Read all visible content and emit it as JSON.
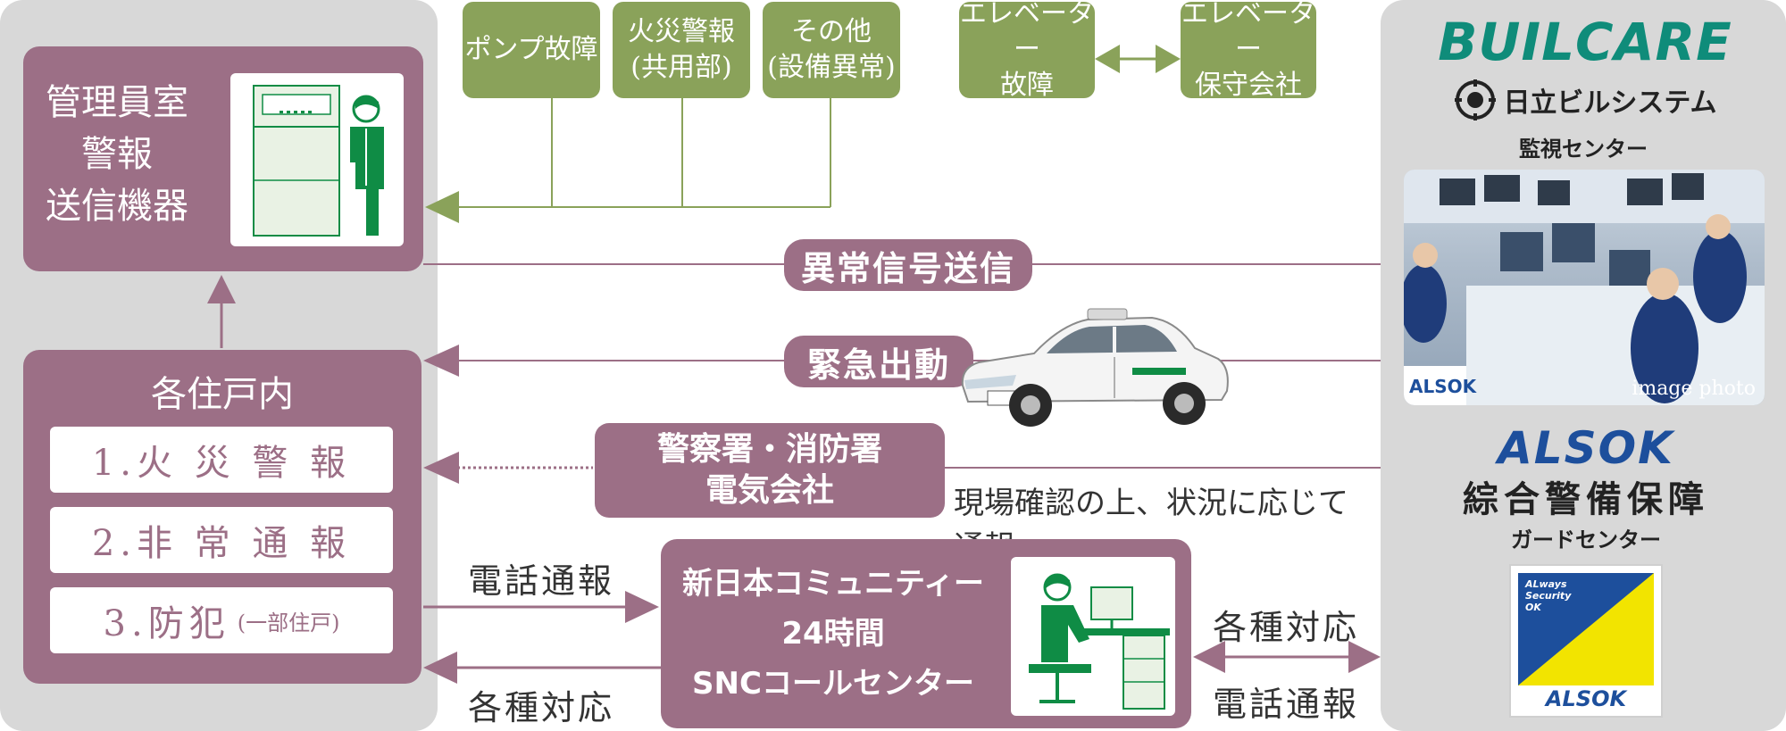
{
  "left_panel": {
    "manager_room": {
      "label_lines": [
        "管理員室",
        "警報",
        "送信機器"
      ]
    },
    "residence": {
      "title": "各住戸内",
      "items": [
        {
          "main": "1.火 災 警 報",
          "note": ""
        },
        {
          "main": "2.非 常 通 報",
          "note": ""
        },
        {
          "main": "3.防犯",
          "note": "(一部住戸)"
        }
      ]
    }
  },
  "alarms": [
    {
      "label": "ポンプ故障"
    },
    {
      "label": "火災警報\n(共用部)"
    },
    {
      "label": "その他\n(設備異常)"
    }
  ],
  "elevator": {
    "fault": "エレベーター\n故障",
    "maintenance": "エレベーター\n保守会社"
  },
  "flows": {
    "abnormal_signal": "異常信号送信",
    "emergency_dispatch": "緊急出動",
    "police_fire_lines": [
      "警察署・消防署",
      "電気会社"
    ],
    "report_note": "現場確認の上、状況に応じて通報",
    "phone_report_left": "電話通報",
    "various_response_left": "各種対応",
    "various_response_right": "各種対応",
    "phone_report_right": "電話通報"
  },
  "call_center": {
    "lines": [
      "新日本コミュニティー",
      "24時間",
      "SNCコールセンター"
    ]
  },
  "right_panel": {
    "buil_logo": "BUILCARE",
    "hitachi": "日立ビルシステム",
    "monitor_center": "監視センター",
    "photo_caption": "image photo",
    "alsok_logo": "ALSOK",
    "alsok_company": "綜合警備保障",
    "guard_center": "ガードセンター",
    "badge_tagline": "ALways\nSecurity\nOK",
    "badge_brand": "ALSOK"
  },
  "colors": {
    "mauve": "#9c6f86",
    "green": "#8aa25a",
    "teal": "#0f8c7a",
    "alsok_blue": "#1d4f9c",
    "panel_grey": "#d8d8d8"
  }
}
